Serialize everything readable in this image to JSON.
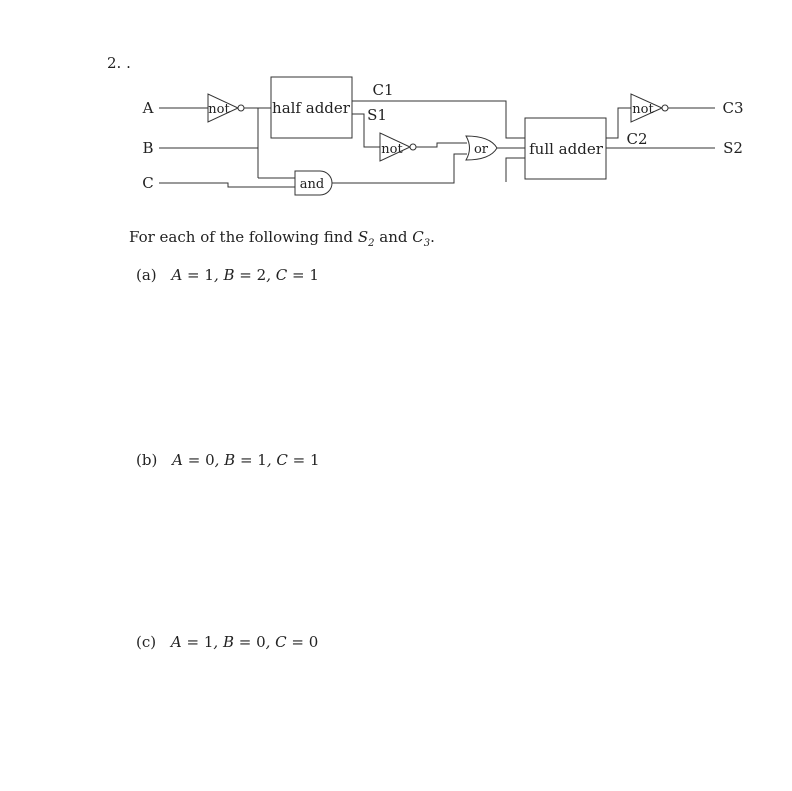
{
  "question": {
    "number": "2.",
    "suffix": "."
  },
  "circuit": {
    "inputs": [
      "A",
      "B",
      "C"
    ],
    "outputs": [
      "C3",
      "S2"
    ],
    "gates": {
      "not1": "not",
      "not2": "not",
      "not3": "not",
      "or": "or",
      "and": "and"
    },
    "blocks": {
      "half_adder": "half adder",
      "full_adder": "full adder"
    },
    "signals": {
      "c1": "C1",
      "s1": "S1",
      "c2": "C2"
    }
  },
  "prompt": {
    "text": "For each of the following find",
    "s": "S",
    "s_sub": "2",
    "and": "and",
    "c": "C",
    "c_sub": "3",
    "end": "."
  },
  "parts": [
    {
      "label": "(a)",
      "a": "1",
      "b": "2",
      "c": "1"
    },
    {
      "label": "(b)",
      "a": "0",
      "b": "1",
      "c": "1"
    },
    {
      "label": "(c)",
      "a": "1",
      "b": "0",
      "c": "0"
    }
  ]
}
